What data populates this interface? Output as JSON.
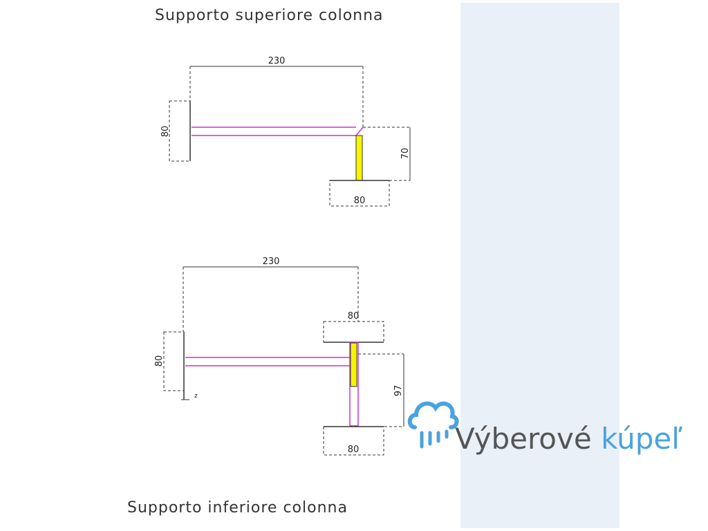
{
  "top_drawing": {
    "title": "Supporto superiore colonna",
    "dim_width": "230",
    "dim_left": "80",
    "dim_right": "70",
    "dim_bottom": "80"
  },
  "bottom_drawing": {
    "title": "Supporto inferiore colonna",
    "dim_width": "230",
    "dim_top": "80",
    "dim_left": "80",
    "dim_right": "97",
    "dim_bottom": "80",
    "axis_marker": "z"
  },
  "logo": {
    "word1": "Výberové",
    "word2": "kúpeľ"
  },
  "colors": {
    "pipe": "#cc33cc",
    "highlight": "#f5f500",
    "brand_dark": "#555555",
    "brand_light": "#4aa3df"
  }
}
